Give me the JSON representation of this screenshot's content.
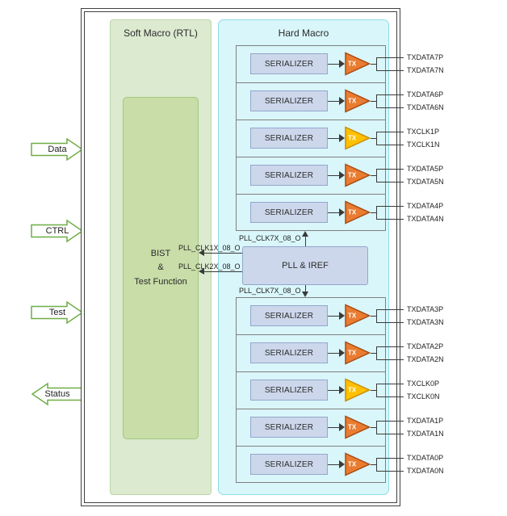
{
  "soft_macro": {
    "title": "Soft Macro (RTL)",
    "bist": {
      "line1": "BIST",
      "line2": "&",
      "line3": "Test Function"
    }
  },
  "hard_macro": {
    "title": "Hard Macro",
    "serializer_label": "SERIALIZER",
    "tx_label": "TX",
    "pll_label": "PLL & IREF"
  },
  "io_arrows": {
    "data": "Data",
    "ctrl": "CTRL",
    "test": "Test",
    "status": "Status"
  },
  "clock_labels": {
    "clk7x_top": "PLL_CLK7X_08_O",
    "clk1x": "PLL_CLK1X_08_O",
    "clk2x": "PLL_CLK2X_08_O",
    "clk7x_bottom": "PLL_CLK7X_08_O"
  },
  "outputs": {
    "top": [
      {
        "p": "TXDATA7P",
        "n": "TXDATA7N",
        "kind": "data"
      },
      {
        "p": "TXDATA6P",
        "n": "TXDATA6N",
        "kind": "data"
      },
      {
        "p": "TXCLK1P",
        "n": "TXCLK1N",
        "kind": "clock"
      },
      {
        "p": "TXDATA5P",
        "n": "TXDATA5N",
        "kind": "data"
      },
      {
        "p": "TXDATA4P",
        "n": "TXDATA4N",
        "kind": "data"
      }
    ],
    "bottom": [
      {
        "p": "TXDATA3P",
        "n": "TXDATA3N",
        "kind": "data"
      },
      {
        "p": "TXDATA2P",
        "n": "TXDATA2N",
        "kind": "data"
      },
      {
        "p": "TXCLK0P",
        "n": "TXCLK0N",
        "kind": "clock"
      },
      {
        "p": "TXDATA1P",
        "n": "TXDATA1N",
        "kind": "data"
      },
      {
        "p": "TXDATA0P",
        "n": "TXDATA0N",
        "kind": "data"
      }
    ]
  },
  "colors": {
    "soft_macro_bg": "#dcead0",
    "bist_bg": "#c8dda8",
    "hard_macro_bg": "#d9f6fa",
    "block_blue": "#ccd7eb",
    "tx_orange": "#e97c30",
    "tx_clock_yellow": "#ffc000",
    "io_arrow_outline_green": "#6fae46",
    "wire": "#3a3a3a"
  }
}
